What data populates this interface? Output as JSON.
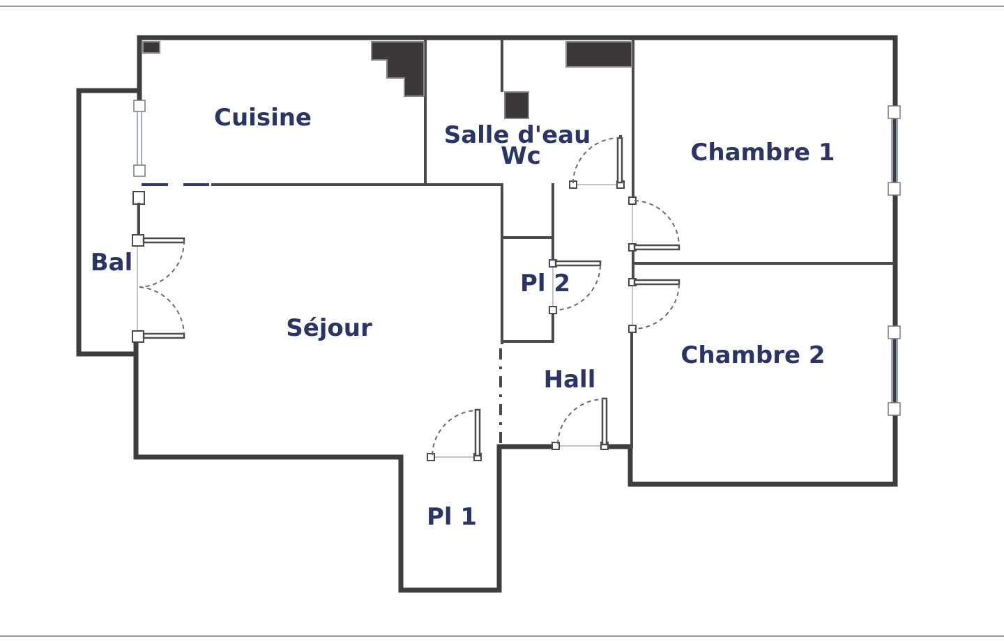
{
  "rooms": {
    "cuisine": "Cuisine",
    "salle_eau": "Salle d'eau",
    "wc": "Wc",
    "chambre1": "Chambre 1",
    "chambre2": "Chambre 2",
    "bal": "Bal",
    "pl2": "Pl 2",
    "sejour": "Séjour",
    "hall": "Hall",
    "pl1": "Pl 1"
  },
  "colors": {
    "label": "#2a3566",
    "wall": "#3d3d3f",
    "duct": "#3c3838",
    "window": "#8fa0c8"
  }
}
